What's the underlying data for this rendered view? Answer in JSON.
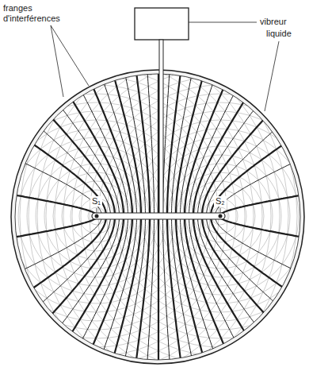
{
  "diagram": {
    "labels": [
      "franges d'interférences",
      "vibreur",
      "liquide",
      "S₁",
      "S₂"
    ]
  }
}
